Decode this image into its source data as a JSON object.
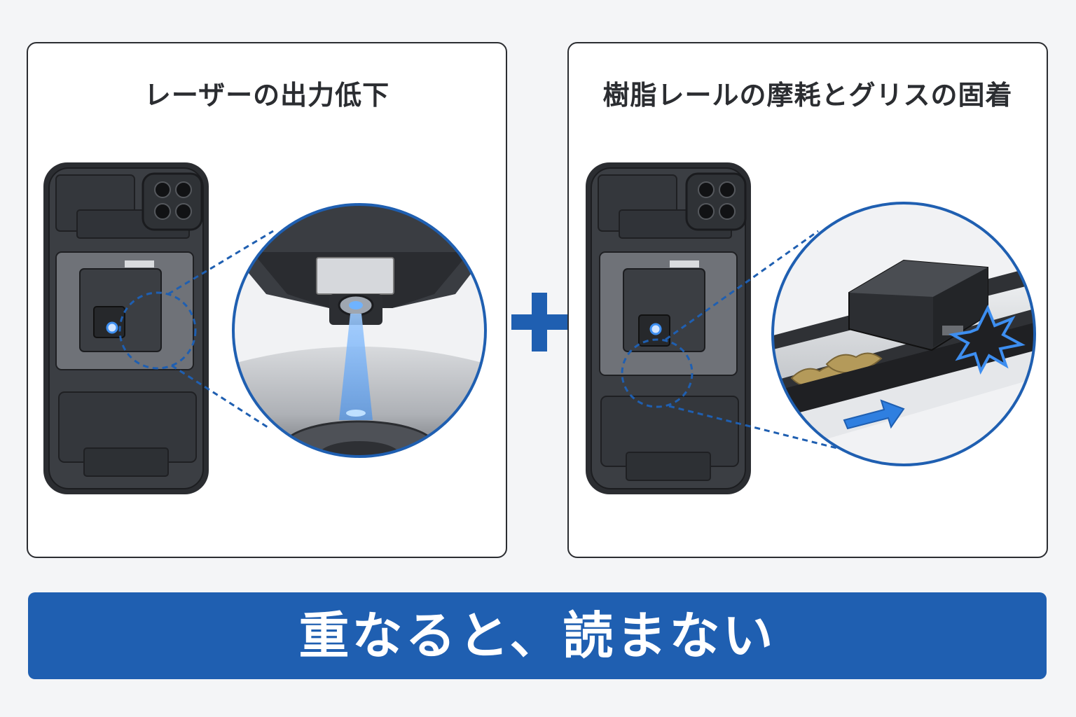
{
  "panels": {
    "left": {
      "title": "レーザーの出力低下"
    },
    "right": {
      "title": "樹脂レールの摩耗とグリスの固着"
    }
  },
  "banner": {
    "text": "重なると、読まない"
  },
  "colors": {
    "accent": "#1f5fb1",
    "device_body": "#2b2d31",
    "laser_beam": "#7fb8ff",
    "grease": "#b49a5a",
    "background": "#f4f5f7"
  },
  "icons": {
    "plus": "plus-icon",
    "direction_arrow": "arrow-right-icon",
    "impact": "impact-burst-icon"
  }
}
